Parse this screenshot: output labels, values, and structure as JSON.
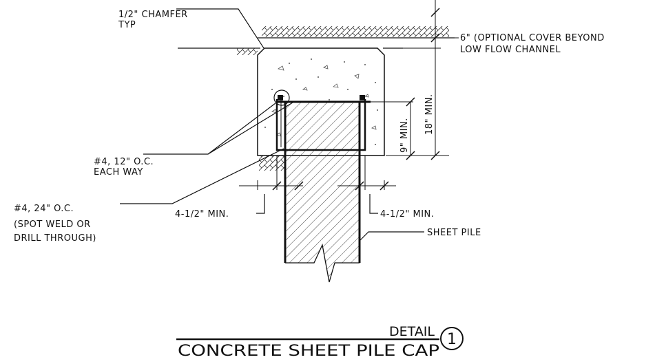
{
  "annotations": {
    "chamfer": [
      "1/2\" CHAMFER",
      "TYP"
    ],
    "cover": [
      "6\" (OPTIONAL COVER BEYOND",
      "LOW FLOW CHANNEL"
    ],
    "dim_18": "18\" MIN.",
    "dim_9": "9\" MIN.",
    "rebar_12": [
      "#4, 12\" O.C.",
      "EACH WAY"
    ],
    "rebar_24": [
      "#4, 24\" O.C.",
      "(SPOT WELD OR",
      "DRILL THROUGH)"
    ],
    "edge_left": "4-1/2\" MIN.",
    "edge_right": "4-1/2\" MIN.",
    "sheet_pile": "SHEET PILE"
  },
  "title": {
    "detail_label": "DETAIL",
    "detail_number": "1",
    "name": "CONCRETE SHEET PILE CAP"
  }
}
